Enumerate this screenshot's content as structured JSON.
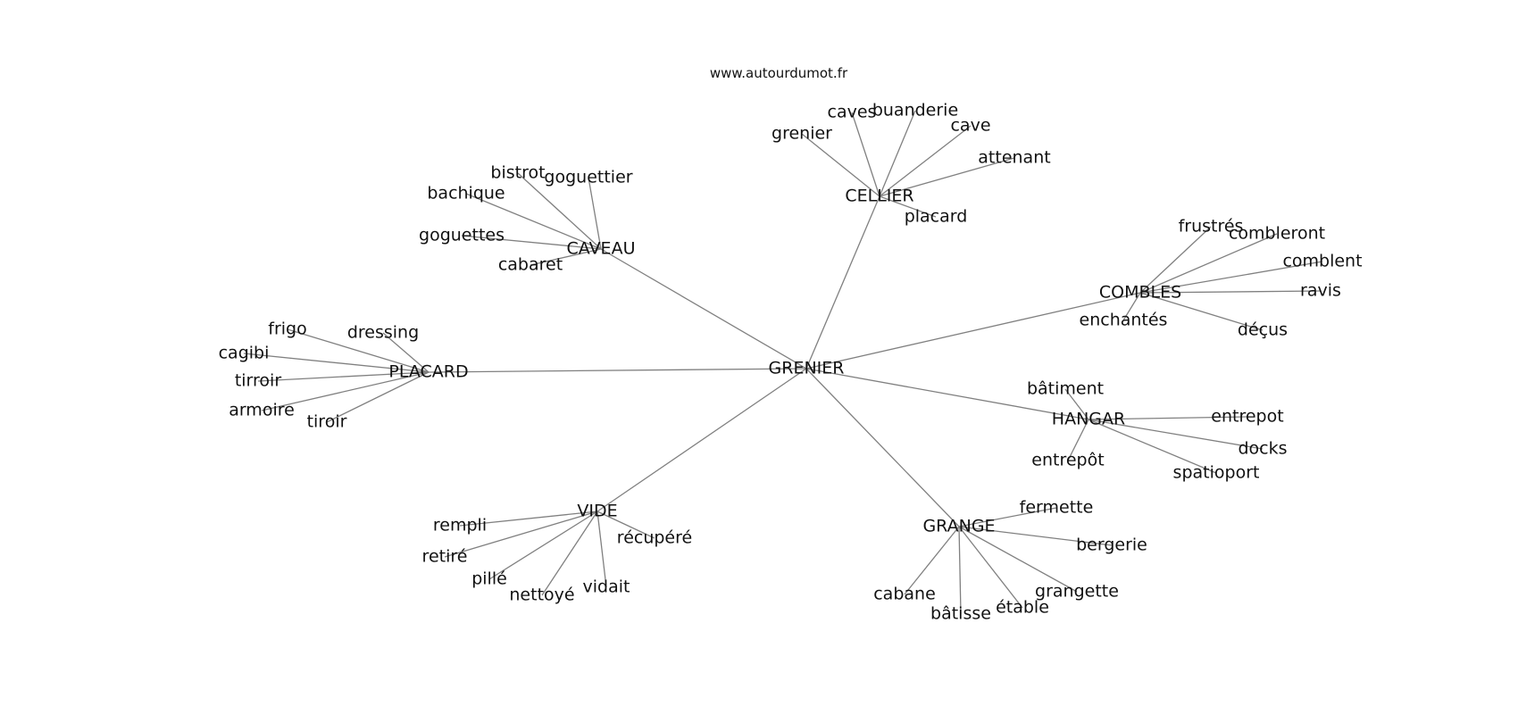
{
  "source": "www.autourdumot.fr",
  "colors": {
    "edge": "#808080",
    "text": "#111111",
    "background": "#ffffff"
  },
  "graph": {
    "root": "GRENIER",
    "nodes": [
      {
        "id": "grenier_root",
        "label": "GRENIER"
      },
      {
        "id": "cellier",
        "label": "CELLIER"
      },
      {
        "id": "caveau",
        "label": "CAVEAU"
      },
      {
        "id": "combles",
        "label": "COMBLES"
      },
      {
        "id": "placard_hub",
        "label": "PLACARD"
      },
      {
        "id": "hangar",
        "label": "HANGAR"
      },
      {
        "id": "vide",
        "label": "VIDE"
      },
      {
        "id": "grange",
        "label": "GRANGE"
      },
      {
        "id": "cellier_grenier",
        "label": "grenier"
      },
      {
        "id": "caves",
        "label": "caves"
      },
      {
        "id": "buanderie",
        "label": "buanderie"
      },
      {
        "id": "cave",
        "label": "cave"
      },
      {
        "id": "attenant",
        "label": "attenant"
      },
      {
        "id": "cellier_placard",
        "label": "placard"
      },
      {
        "id": "bistrot",
        "label": "bistrot"
      },
      {
        "id": "goguettier",
        "label": "goguettier"
      },
      {
        "id": "bachique",
        "label": "bachique"
      },
      {
        "id": "goguettes",
        "label": "goguettes"
      },
      {
        "id": "cabaret",
        "label": "cabaret"
      },
      {
        "id": "frustres",
        "label": "frustrés"
      },
      {
        "id": "combleront",
        "label": "combleront"
      },
      {
        "id": "comblent",
        "label": "comblent"
      },
      {
        "id": "ravis",
        "label": "ravis"
      },
      {
        "id": "enchantes",
        "label": "enchantés"
      },
      {
        "id": "decus",
        "label": "déçus"
      },
      {
        "id": "frigo",
        "label": "frigo"
      },
      {
        "id": "dressing",
        "label": "dressing"
      },
      {
        "id": "cagibi",
        "label": "cagibi"
      },
      {
        "id": "tirroir",
        "label": "tirroir"
      },
      {
        "id": "armoire",
        "label": "armoire"
      },
      {
        "id": "tiroir",
        "label": "tiroir"
      },
      {
        "id": "batiment",
        "label": "bâtiment"
      },
      {
        "id": "entrepot",
        "label": "entrepot"
      },
      {
        "id": "docks",
        "label": "docks"
      },
      {
        "id": "entrepot_acc",
        "label": "entrepôt"
      },
      {
        "id": "spatioport",
        "label": "spatioport"
      },
      {
        "id": "rempli",
        "label": "rempli"
      },
      {
        "id": "recupere",
        "label": "récupéré"
      },
      {
        "id": "retire",
        "label": "retiré"
      },
      {
        "id": "pille",
        "label": "pillé"
      },
      {
        "id": "nettoye",
        "label": "nettoyé"
      },
      {
        "id": "vidait",
        "label": "vidait"
      },
      {
        "id": "fermette",
        "label": "fermette"
      },
      {
        "id": "bergerie",
        "label": "bergerie"
      },
      {
        "id": "grangette",
        "label": "grangette"
      },
      {
        "id": "cabane",
        "label": "cabane"
      },
      {
        "id": "batisse",
        "label": "bâtisse"
      },
      {
        "id": "etable",
        "label": "étable"
      }
    ],
    "edges": [
      [
        "grenier_root",
        "cellier"
      ],
      [
        "grenier_root",
        "caveau"
      ],
      [
        "grenier_root",
        "combles"
      ],
      [
        "grenier_root",
        "placard_hub"
      ],
      [
        "grenier_root",
        "hangar"
      ],
      [
        "grenier_root",
        "vide"
      ],
      [
        "grenier_root",
        "grange"
      ],
      [
        "cellier",
        "cellier_grenier"
      ],
      [
        "cellier",
        "caves"
      ],
      [
        "cellier",
        "buanderie"
      ],
      [
        "cellier",
        "cave"
      ],
      [
        "cellier",
        "attenant"
      ],
      [
        "cellier",
        "cellier_placard"
      ],
      [
        "caveau",
        "bistrot"
      ],
      [
        "caveau",
        "goguettier"
      ],
      [
        "caveau",
        "bachique"
      ],
      [
        "caveau",
        "goguettes"
      ],
      [
        "caveau",
        "cabaret"
      ],
      [
        "combles",
        "frustres"
      ],
      [
        "combles",
        "combleront"
      ],
      [
        "combles",
        "comblent"
      ],
      [
        "combles",
        "ravis"
      ],
      [
        "combles",
        "enchantes"
      ],
      [
        "combles",
        "decus"
      ],
      [
        "placard_hub",
        "frigo"
      ],
      [
        "placard_hub",
        "dressing"
      ],
      [
        "placard_hub",
        "cagibi"
      ],
      [
        "placard_hub",
        "tirroir"
      ],
      [
        "placard_hub",
        "armoire"
      ],
      [
        "placard_hub",
        "tiroir"
      ],
      [
        "hangar",
        "batiment"
      ],
      [
        "hangar",
        "entrepot"
      ],
      [
        "hangar",
        "docks"
      ],
      [
        "hangar",
        "entrepot_acc"
      ],
      [
        "hangar",
        "spatioport"
      ],
      [
        "vide",
        "rempli"
      ],
      [
        "vide",
        "recupere"
      ],
      [
        "vide",
        "retire"
      ],
      [
        "vide",
        "pille"
      ],
      [
        "vide",
        "nettoye"
      ],
      [
        "vide",
        "vidait"
      ],
      [
        "grange",
        "fermette"
      ],
      [
        "grange",
        "bergerie"
      ],
      [
        "grange",
        "grangette"
      ],
      [
        "grange",
        "cabane"
      ],
      [
        "grange",
        "batisse"
      ],
      [
        "grange",
        "etable"
      ]
    ]
  }
}
